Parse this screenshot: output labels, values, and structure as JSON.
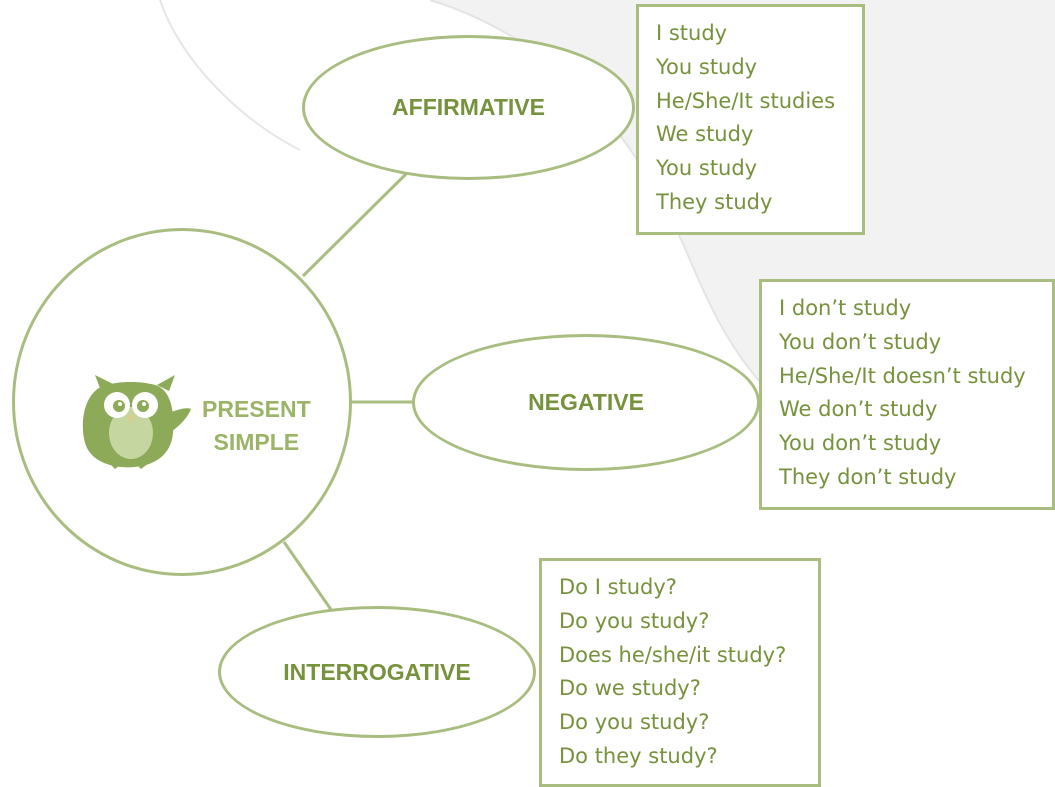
{
  "colors": {
    "line": "#a9bd80",
    "text_dark": "#76923c",
    "text_light": "#9bb467",
    "owl": "#8daa58",
    "background_shape": "#f2f2f2"
  },
  "center": {
    "label_line1": "PRESENT",
    "label_line2": "SIMPLE",
    "icon": "owl-icon"
  },
  "branches": [
    {
      "label": "AFFIRMATIVE",
      "lines": [
        "I study",
        "You study",
        "He/She/It studies",
        "We study",
        "You study",
        "They study"
      ]
    },
    {
      "label": "NEGATIVE",
      "lines": [
        "I don’t study",
        "You don’t study",
        "He/She/It doesn’t study",
        "We don’t study",
        "You don’t study",
        "They don’t study"
      ]
    },
    {
      "label": "INTERROGATIVE",
      "lines": [
        "Do I study?",
        "Do you study?",
        "Does he/she/it study?",
        "Do we study?",
        "Do you study?",
        "Do they study?"
      ]
    }
  ]
}
